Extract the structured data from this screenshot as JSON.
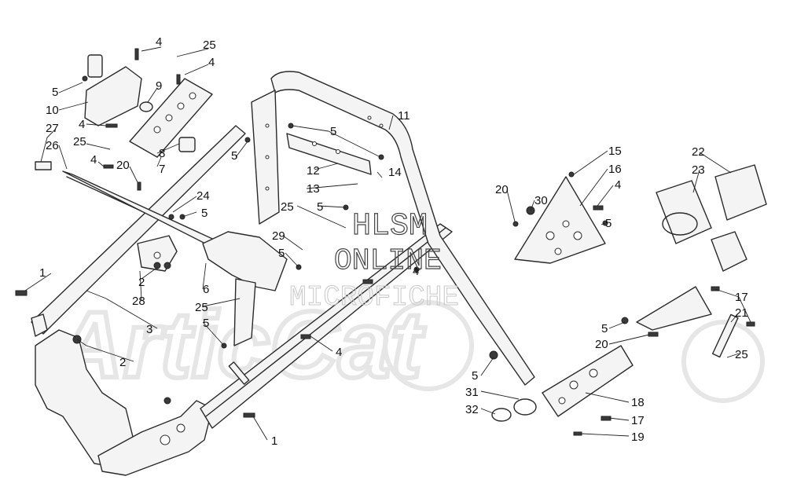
{
  "watermark": {
    "line1": "HLSM",
    "line2": "ONLINE",
    "line3": "MICROFICHE"
  },
  "callouts": [
    "4",
    "25",
    "4",
    "5",
    "10",
    "9",
    "27",
    "4",
    "26",
    "25",
    "8",
    "7",
    "4",
    "20",
    "5",
    "24",
    "5",
    "2",
    "1",
    "28",
    "3",
    "2",
    "6",
    "25",
    "5",
    "1",
    "4",
    "11",
    "5",
    "12",
    "13",
    "14",
    "25",
    "5",
    "29",
    "5",
    "4",
    "15",
    "16",
    "20",
    "30",
    "4",
    "5",
    "22",
    "23",
    "17",
    "21",
    "5",
    "20",
    "25",
    "5",
    "31",
    "32",
    "18",
    "17",
    "19"
  ]
}
